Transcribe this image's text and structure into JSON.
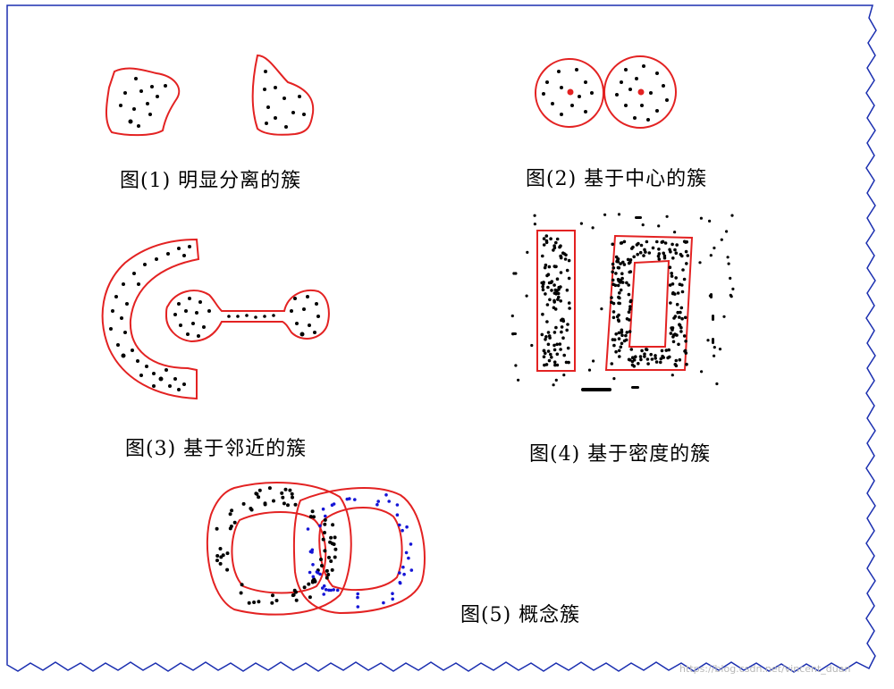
{
  "captions": {
    "fig1": "图(1)  明显分离的簇",
    "fig2": "图(2)  基于中心的簇",
    "fig3": "图(3)  基于邻近的簇",
    "fig4": "图(4)  基于密度的簇",
    "fig5": "图(5)  概念簇"
  },
  "watermark": "https://blog.csdn.net/vincent_duan",
  "colors": {
    "outline": "#e32222",
    "point": "#000000",
    "center": "#e32222",
    "blue_point": "#1515d6",
    "frame": "#1b2fb0"
  }
}
